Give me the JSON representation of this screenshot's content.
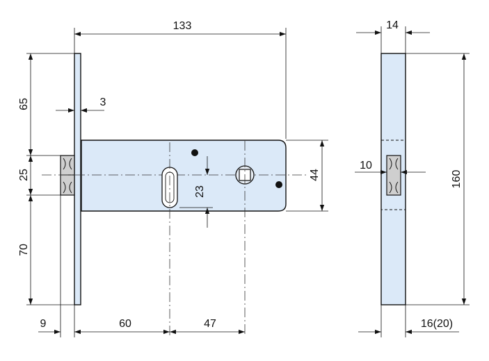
{
  "colors": {
    "part_fill": "#dbe9f8",
    "line": "#111111"
  },
  "dimensions": {
    "overall_length": "133",
    "top_height": "65",
    "faceplate_thickness": "3",
    "latch_height": "25",
    "bottom_height": "70",
    "offset_9": "9",
    "backset_60": "60",
    "spacing_47": "47",
    "case_height": "44",
    "vertical_offset": "23",
    "side_thickness": "14",
    "side_latch": "10",
    "faceplate_height": "160",
    "faceplate_width": "16(20)"
  }
}
